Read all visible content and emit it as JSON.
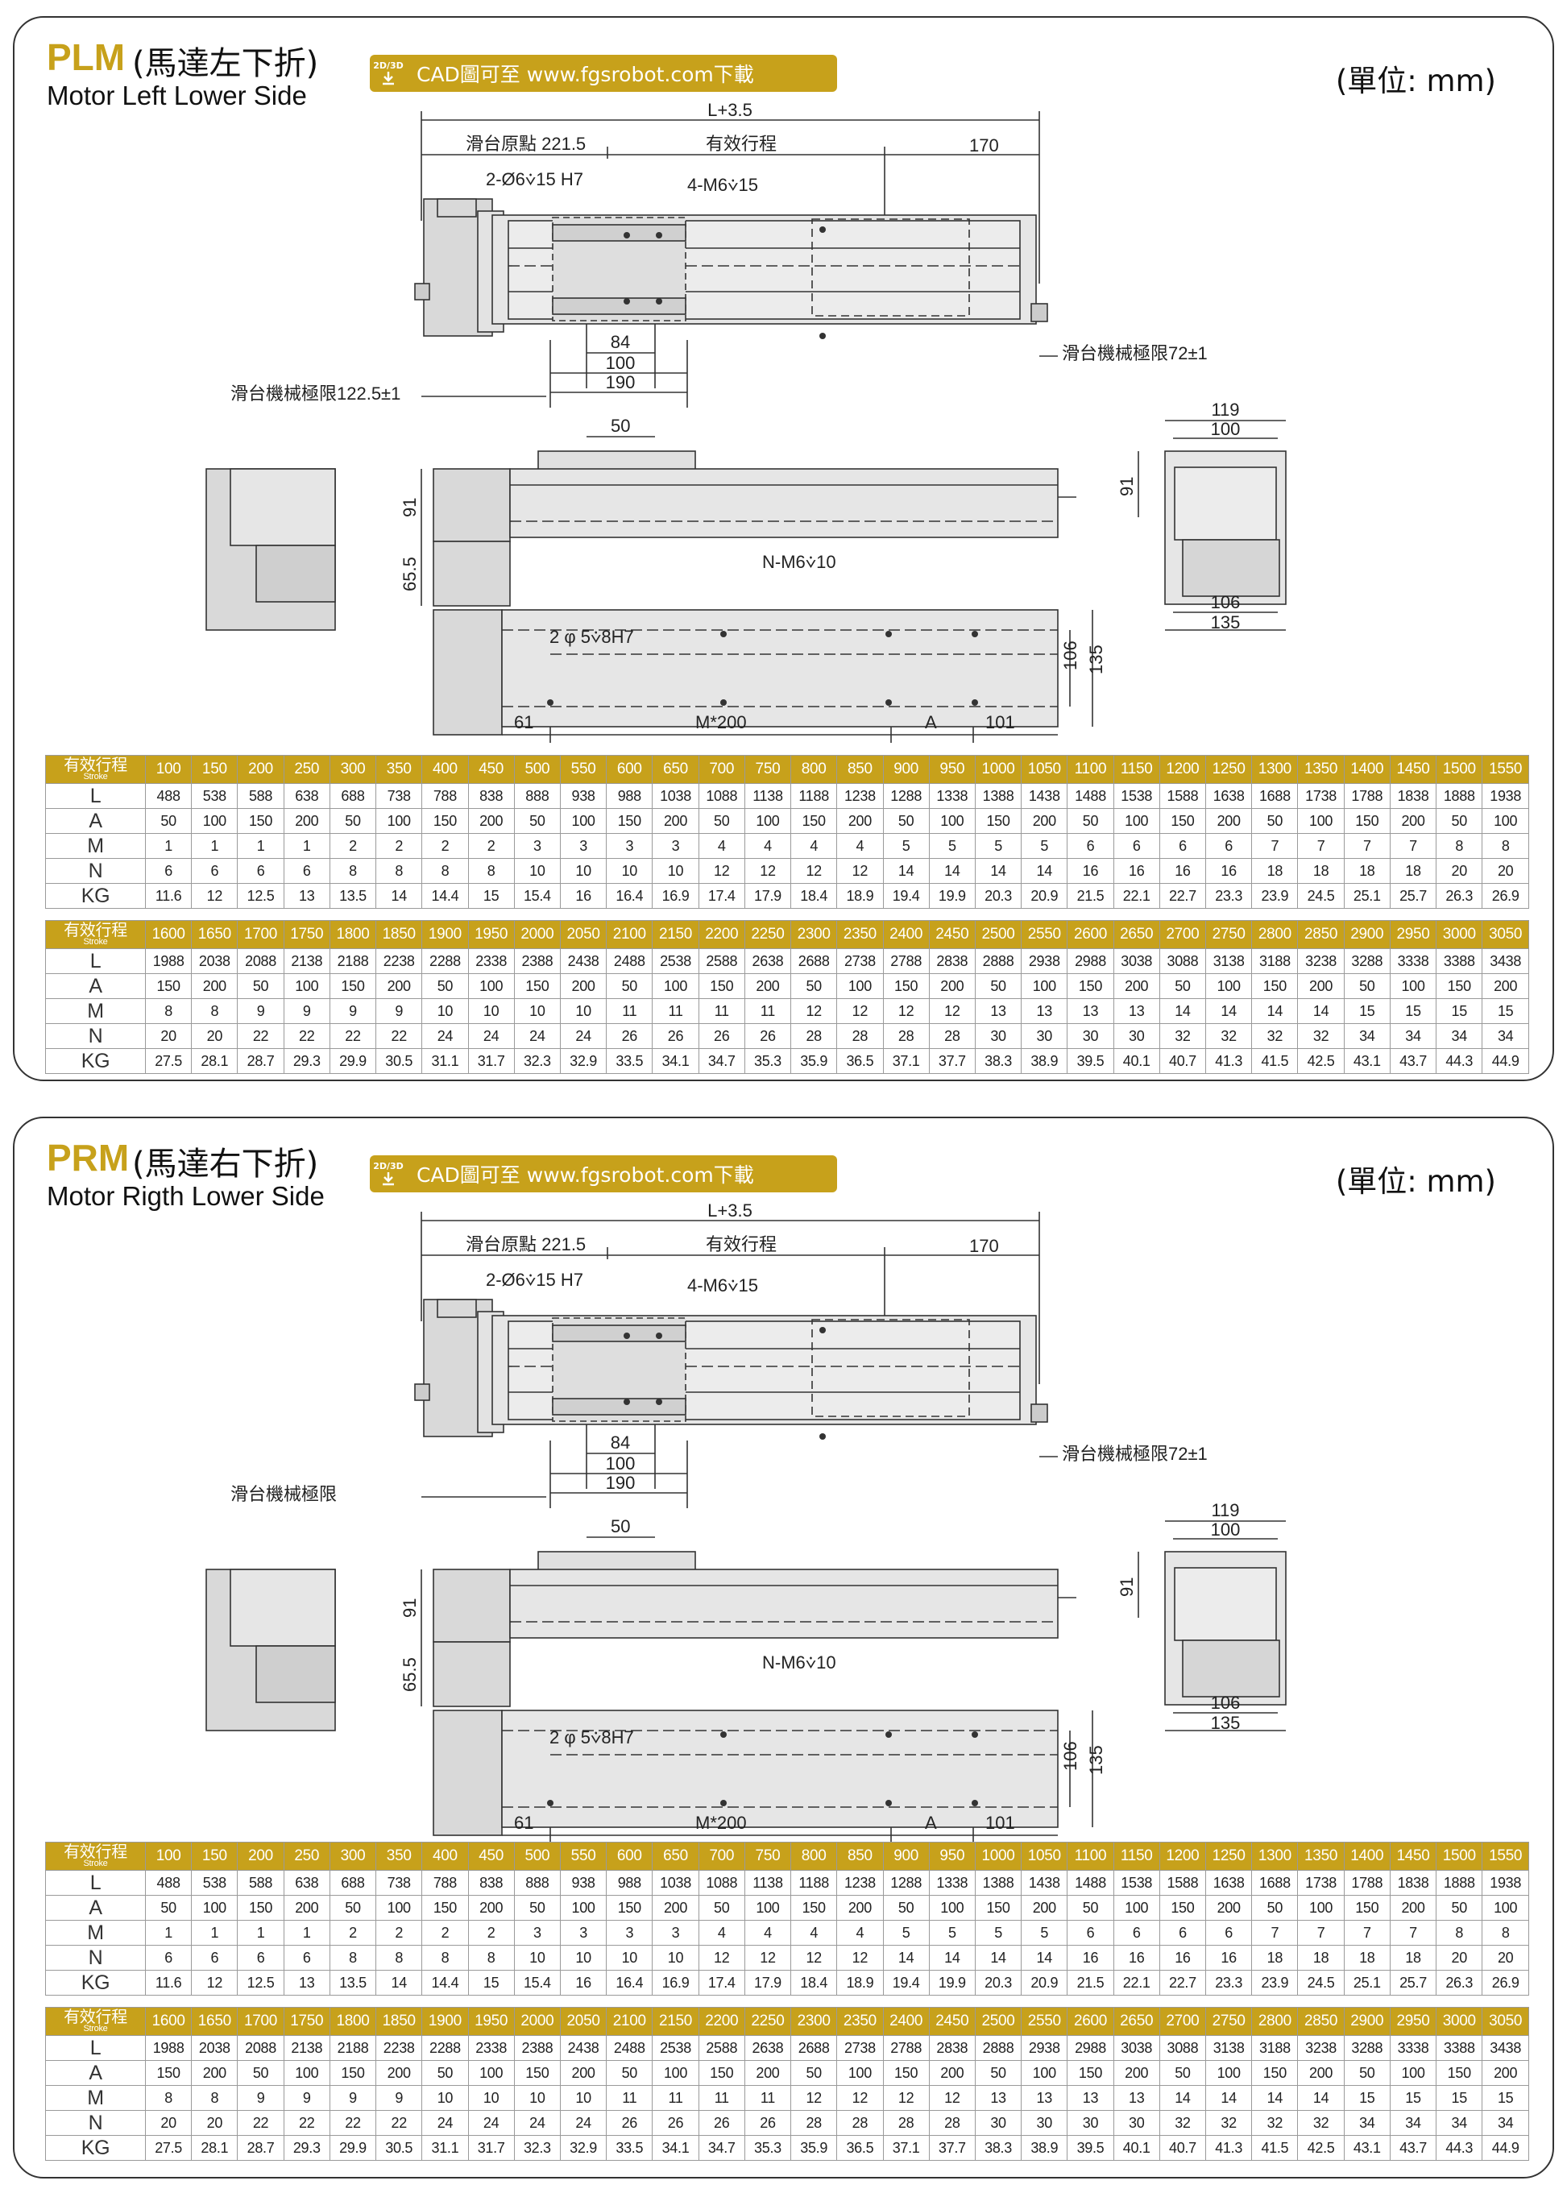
{
  "panels": [
    {
      "code": "PLM",
      "title_cn": "(馬達左下折)",
      "title_en": "Motor Left Lower Side",
      "cad_badge_top": "2D/3D",
      "cad_badge_icon": "download-arrow",
      "cad_text": "CAD圖可至 www.fgsrobot.com下載",
      "unit": "(單位: mm)",
      "dims": {
        "total": "L+3.5",
        "origin": "滑台原點 221.5",
        "stroke": "有效行程",
        "end": "170",
        "pin": "2-Ø6⩒15 H7",
        "tap": "4-M6⩒15",
        "d84": "84",
        "d100": "100",
        "d190": "190",
        "limit_left": "滑台機械極限122.5±1",
        "limit_right": "滑台機械極限72±1",
        "d50": "50",
        "d91": "91",
        "d65": "65.5",
        "d119": "119",
        "d100b": "100",
        "d91b": "91",
        "d106": "106",
        "d135": "135",
        "nm6": "N-M6⩒10",
        "pin2": "2 φ 5⩒8H7",
        "d106v": "106",
        "d135v": "135",
        "d61": "61",
        "m200": "M*200",
        "a": "A",
        "d101": "101"
      }
    },
    {
      "code": "PRM",
      "title_cn": "(馬達右下折)",
      "title_en": "Motor Rigth Lower Side",
      "cad_badge_top": "2D/3D",
      "cad_badge_icon": "download-arrow",
      "cad_text": "CAD圖可至 www.fgsrobot.com下載",
      "unit": "(單位: mm)",
      "dims": {
        "total": "L+3.5",
        "origin": "滑台原點 221.5",
        "stroke": "有效行程",
        "end": "170",
        "pin": "2-Ø6⩒15 H7",
        "tap": "4-M6⩒15",
        "d84": "84",
        "d100": "100",
        "d190": "190",
        "limit_left": "滑台機械極限",
        "limit_right": "滑台機械極限72±1",
        "d50": "50",
        "d91": "91",
        "d65": "65.5",
        "d119": "119",
        "d100b": "100",
        "d91b": "91",
        "d106": "106",
        "d135": "135",
        "nm6": "N-M6⩒10",
        "pin2": "2 φ 5⩒8H7",
        "d106v": "106",
        "d135v": "135",
        "d61": "61",
        "m200": "M*200",
        "a": "A",
        "d101": "101"
      }
    }
  ],
  "table": {
    "head_label": "有效行程",
    "head_sub": "Stroke",
    "row_labels": [
      "L",
      "A",
      "M",
      "N",
      "KG"
    ],
    "blocks": [
      {
        "stroke": [
          "100",
          "150",
          "200",
          "250",
          "300",
          "350",
          "400",
          "450",
          "500",
          "550",
          "600",
          "650",
          "700",
          "750",
          "800",
          "850",
          "900",
          "950",
          "1000",
          "1050",
          "1100",
          "1150",
          "1200",
          "1250",
          "1300",
          "1350",
          "1400",
          "1450",
          "1500",
          "1550"
        ],
        "rows": [
          [
            "488",
            "538",
            "588",
            "638",
            "688",
            "738",
            "788",
            "838",
            "888",
            "938",
            "988",
            "1038",
            "1088",
            "1138",
            "1188",
            "1238",
            "1288",
            "1338",
            "1388",
            "1438",
            "1488",
            "1538",
            "1588",
            "1638",
            "1688",
            "1738",
            "1788",
            "1838",
            "1888",
            "1938"
          ],
          [
            "50",
            "100",
            "150",
            "200",
            "50",
            "100",
            "150",
            "200",
            "50",
            "100",
            "150",
            "200",
            "50",
            "100",
            "150",
            "200",
            "50",
            "100",
            "150",
            "200",
            "50",
            "100",
            "150",
            "200",
            "50",
            "100",
            "150",
            "200",
            "50",
            "100"
          ],
          [
            "1",
            "1",
            "1",
            "1",
            "2",
            "2",
            "2",
            "2",
            "3",
            "3",
            "3",
            "3",
            "4",
            "4",
            "4",
            "4",
            "5",
            "5",
            "5",
            "5",
            "6",
            "6",
            "6",
            "6",
            "7",
            "7",
            "7",
            "7",
            "8",
            "8"
          ],
          [
            "6",
            "6",
            "6",
            "6",
            "8",
            "8",
            "8",
            "8",
            "10",
            "10",
            "10",
            "10",
            "12",
            "12",
            "12",
            "12",
            "14",
            "14",
            "14",
            "14",
            "16",
            "16",
            "16",
            "16",
            "18",
            "18",
            "18",
            "18",
            "20",
            "20"
          ],
          [
            "11.6",
            "12",
            "12.5",
            "13",
            "13.5",
            "14",
            "14.4",
            "15",
            "15.4",
            "16",
            "16.4",
            "16.9",
            "17.4",
            "17.9",
            "18.4",
            "18.9",
            "19.4",
            "19.9",
            "20.3",
            "20.9",
            "21.5",
            "22.1",
            "22.7",
            "23.3",
            "23.9",
            "24.5",
            "25.1",
            "25.7",
            "26.3",
            "26.9"
          ]
        ]
      },
      {
        "stroke": [
          "1600",
          "1650",
          "1700",
          "1750",
          "1800",
          "1850",
          "1900",
          "1950",
          "2000",
          "2050",
          "2100",
          "2150",
          "2200",
          "2250",
          "2300",
          "2350",
          "2400",
          "2450",
          "2500",
          "2550",
          "2600",
          "2650",
          "2700",
          "2750",
          "2800",
          "2850",
          "2900",
          "2950",
          "3000",
          "3050"
        ],
        "rows": [
          [
            "1988",
            "2038",
            "2088",
            "2138",
            "2188",
            "2238",
            "2288",
            "2338",
            "2388",
            "2438",
            "2488",
            "2538",
            "2588",
            "2638",
            "2688",
            "2738",
            "2788",
            "2838",
            "2888",
            "2938",
            "2988",
            "3038",
            "3088",
            "3138",
            "3188",
            "3238",
            "3288",
            "3338",
            "3388",
            "3438"
          ],
          [
            "150",
            "200",
            "50",
            "100",
            "150",
            "200",
            "50",
            "100",
            "150",
            "200",
            "50",
            "100",
            "150",
            "200",
            "50",
            "100",
            "150",
            "200",
            "50",
            "100",
            "150",
            "200",
            "50",
            "100",
            "150",
            "200",
            "50",
            "100",
            "150",
            "200"
          ],
          [
            "8",
            "8",
            "9",
            "9",
            "9",
            "9",
            "10",
            "10",
            "10",
            "10",
            "11",
            "11",
            "11",
            "11",
            "12",
            "12",
            "12",
            "12",
            "13",
            "13",
            "13",
            "13",
            "14",
            "14",
            "14",
            "14",
            "15",
            "15",
            "15",
            "15"
          ],
          [
            "20",
            "20",
            "22",
            "22",
            "22",
            "22",
            "24",
            "24",
            "24",
            "24",
            "26",
            "26",
            "26",
            "26",
            "28",
            "28",
            "28",
            "28",
            "30",
            "30",
            "30",
            "30",
            "32",
            "32",
            "32",
            "32",
            "34",
            "34",
            "34",
            "34"
          ],
          [
            "27.5",
            "28.1",
            "28.7",
            "29.3",
            "29.9",
            "30.5",
            "31.1",
            "31.7",
            "32.3",
            "32.9",
            "33.5",
            "34.1",
            "34.7",
            "35.3",
            "35.9",
            "36.5",
            "37.1",
            "37.7",
            "38.3",
            "38.9",
            "39.5",
            "40.1",
            "40.7",
            "41.3",
            "41.5",
            "42.5",
            "43.1",
            "43.7",
            "44.3",
            "44.9"
          ]
        ]
      }
    ]
  },
  "colors": {
    "accent": "#c7a11b",
    "line": "#333333",
    "fill": "#e6e6e6",
    "motor": "#d9d9d9"
  }
}
